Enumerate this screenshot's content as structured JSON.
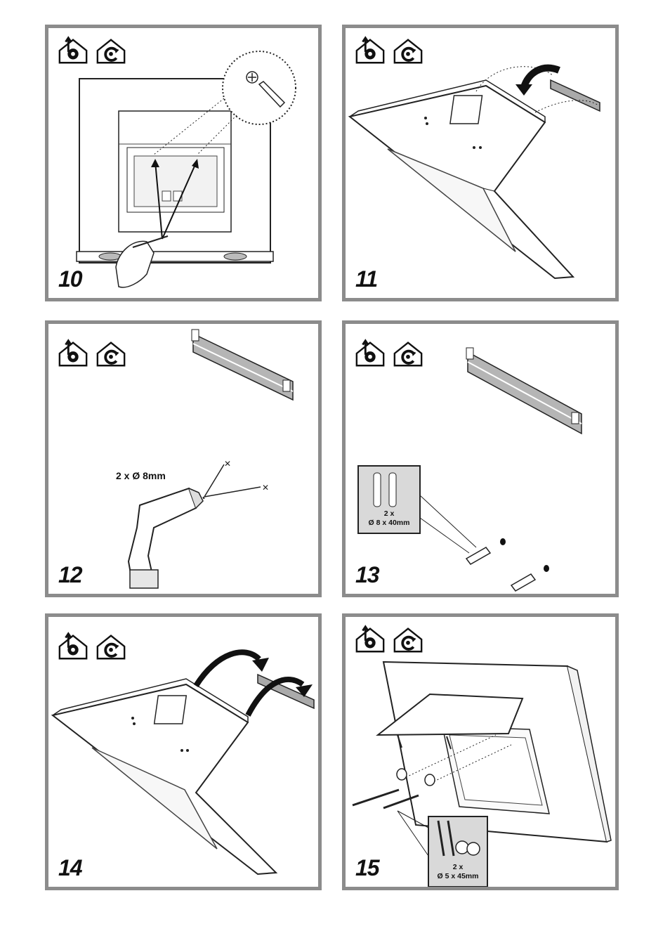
{
  "icons": [
    "ducted-exhaust-icon",
    "recirculation-icon"
  ],
  "panels": [
    {
      "step": "10"
    },
    {
      "step": "11"
    },
    {
      "step": "12",
      "callout": "2 x Ø 8mm"
    },
    {
      "step": "13",
      "qty": "2 x",
      "size": "Ø 8 x 40mm"
    },
    {
      "step": "14"
    },
    {
      "step": "15",
      "qty": "2 x",
      "size": "Ø 5 x 45mm"
    }
  ],
  "colors": {
    "frame": "#8c8c8c",
    "line": "#222222",
    "callout_bg": "#d9d9d9"
  }
}
